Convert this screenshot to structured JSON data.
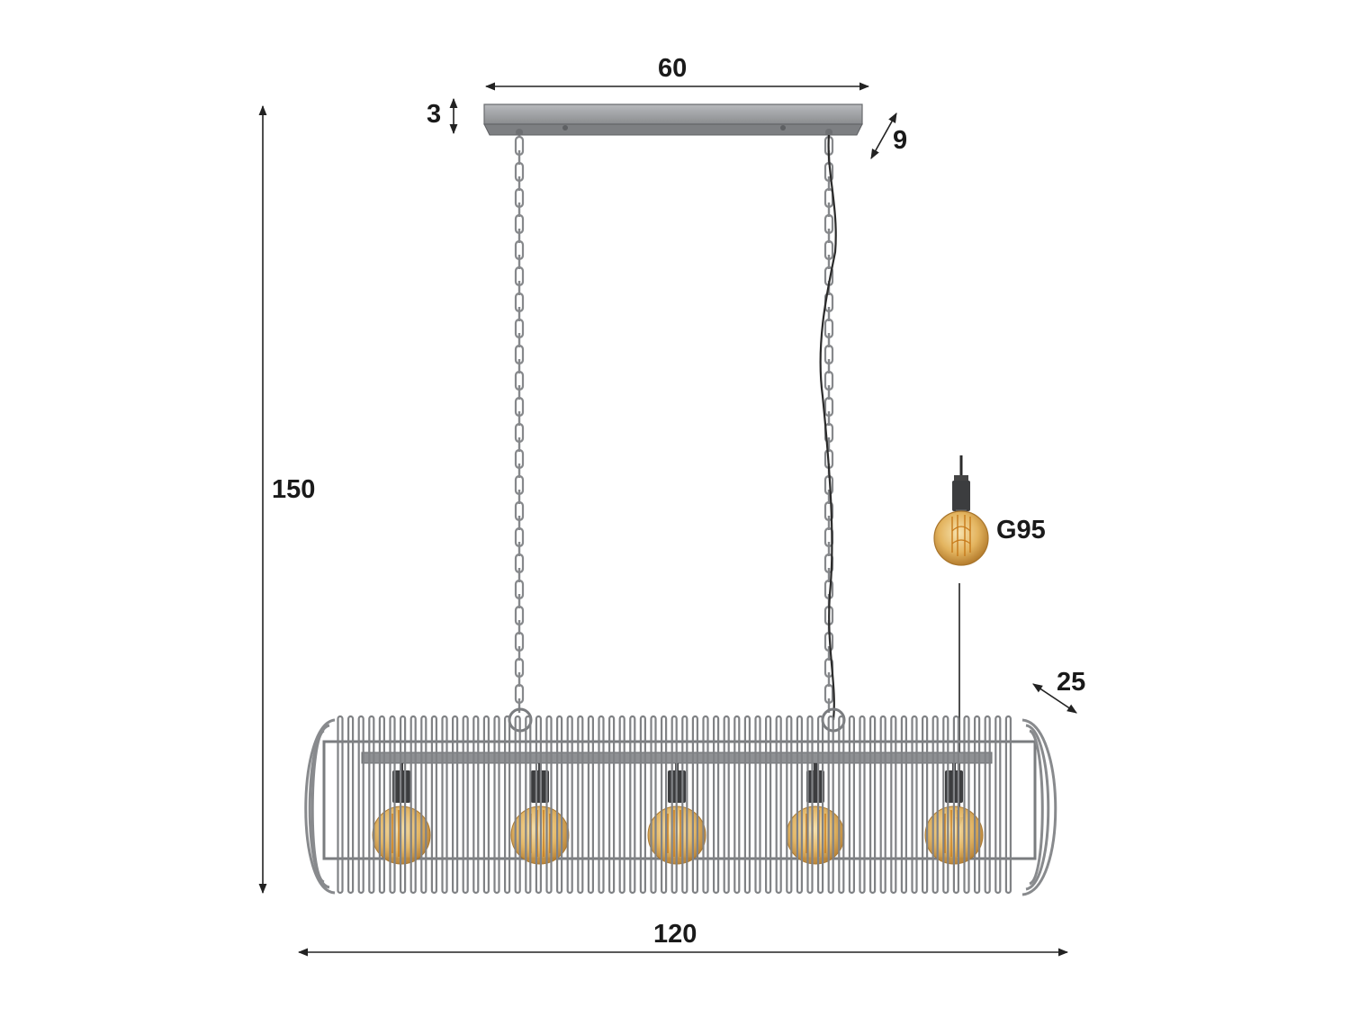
{
  "dimensions": {
    "canopy_width": "60",
    "canopy_height": "3",
    "canopy_depth": "9",
    "total_height": "150",
    "shade_depth": "25",
    "shade_width": "120"
  },
  "bulb": {
    "type": "G95"
  },
  "colors": {
    "metal": "#9c9ea1",
    "metal_dark": "#5e6063",
    "line": "#222222",
    "bulb_glass": "#e9c37a",
    "filament": "#c77a1a",
    "socket": "#3c3d3f"
  }
}
